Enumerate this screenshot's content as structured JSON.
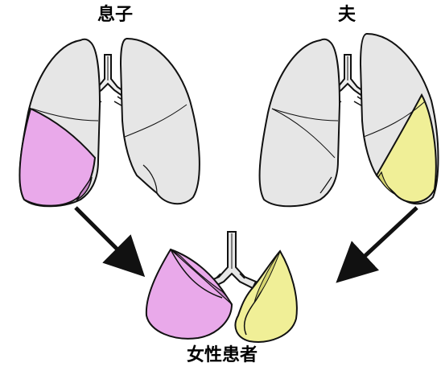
{
  "labels": {
    "donor_son": "息子",
    "donor_husband": "夫",
    "recipient": "女性患者"
  },
  "colors": {
    "lung_gray": "#e6e6e6",
    "lung_highlight": "#f7f7f7",
    "son_lobe": "#e9a9ea",
    "son_lobe_dark": "#c786c8",
    "husband_lobe": "#f0ef97",
    "husband_lobe_dark": "#d6d56f",
    "outline": "#111111",
    "arrow": "#111111"
  },
  "icons": {
    "arrow_left_donor": "arrow-down-right",
    "arrow_right_donor": "arrow-down-left"
  }
}
